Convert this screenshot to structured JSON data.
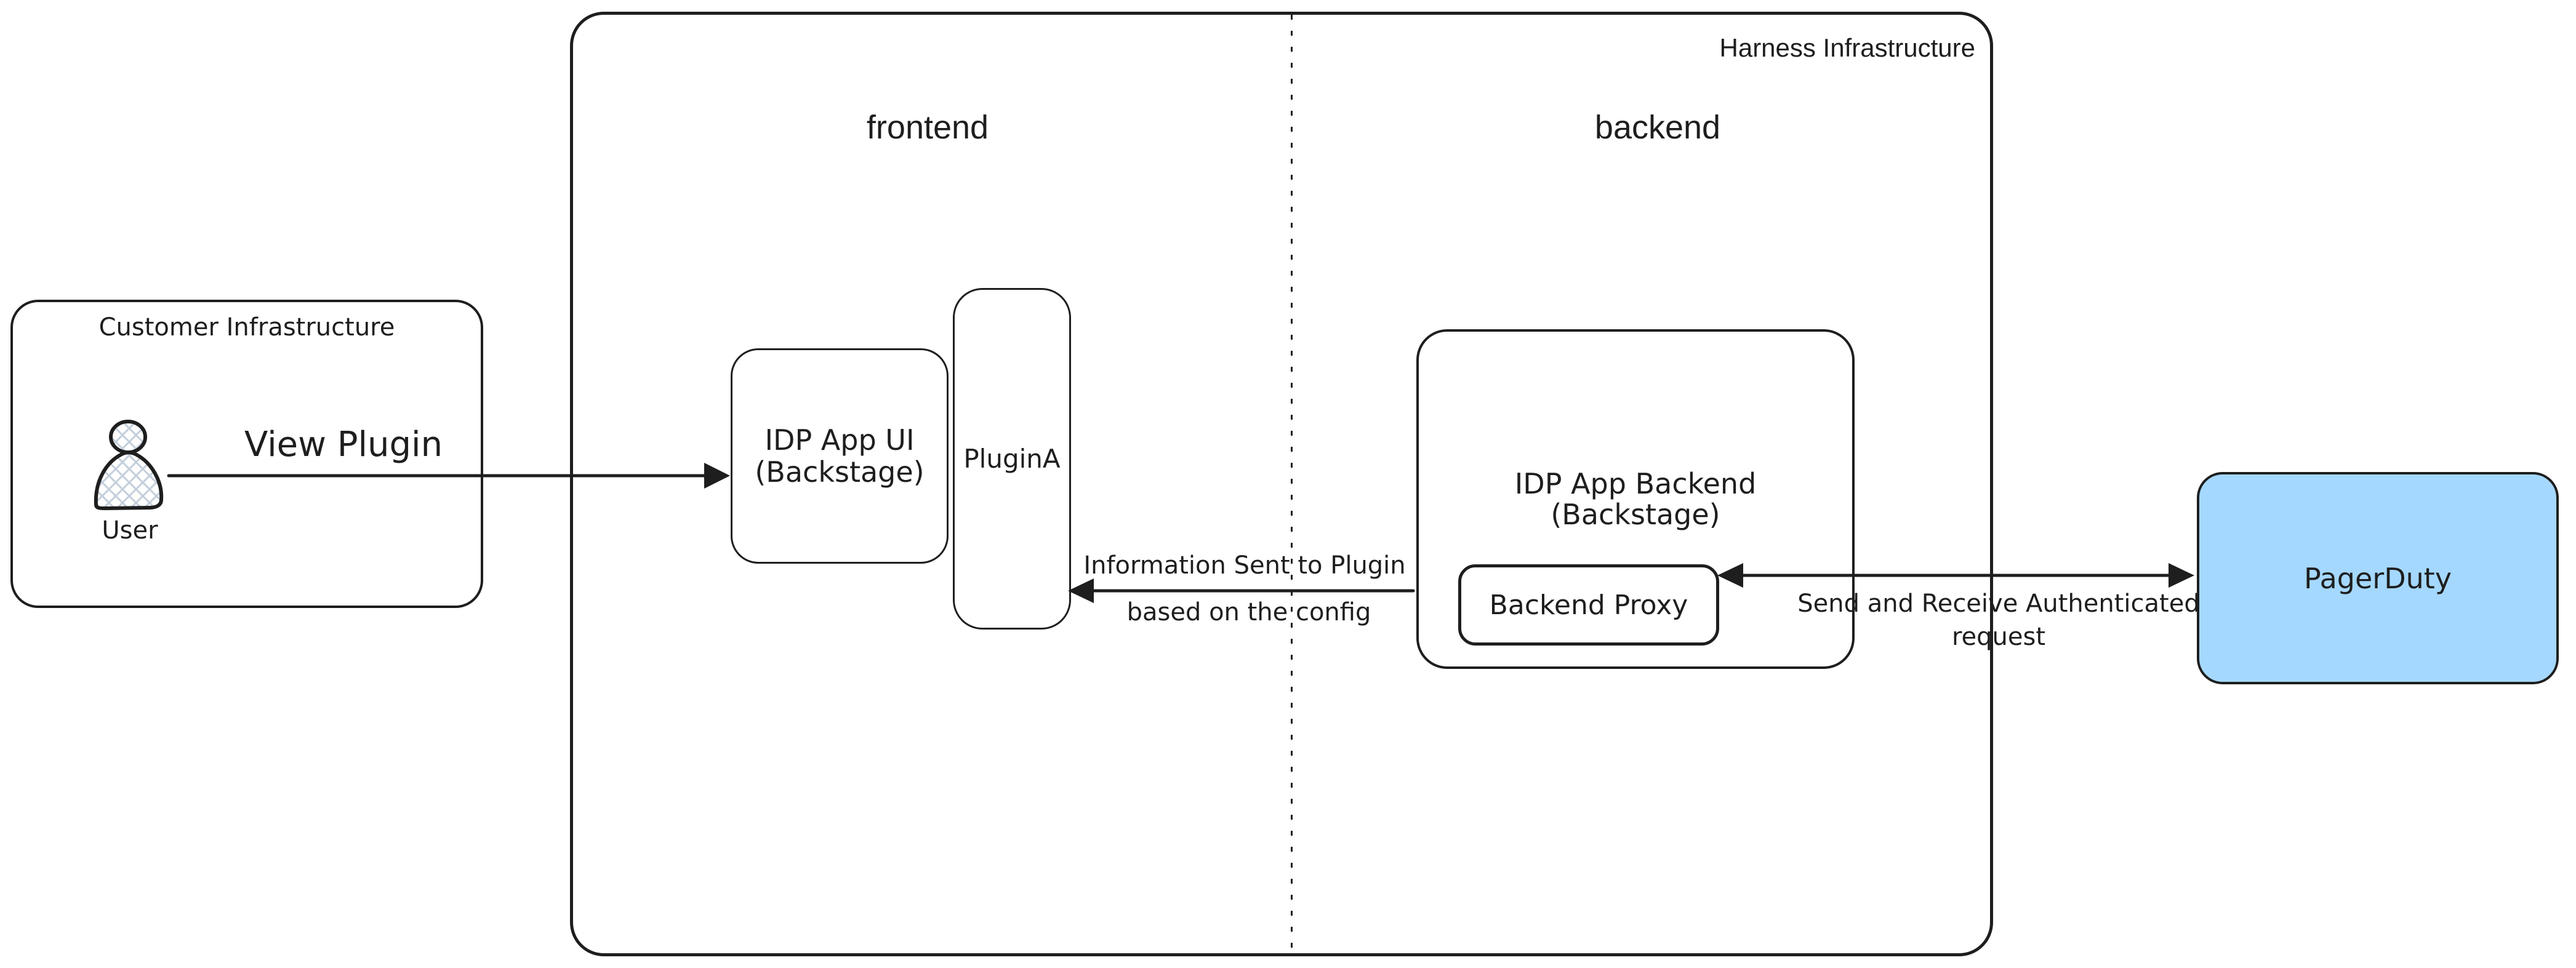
{
  "colors": {
    "stroke": "#1e1e1e",
    "pagerduty_fill": "#a5d8ff",
    "hatch": "#c3cfdb",
    "background": "#ffffff"
  },
  "groups": {
    "customer": {
      "label": "Customer Infrastructure"
    },
    "harness": {
      "label": "Harness Infrastructure",
      "frontend_label": "frontend",
      "backend_label": "backend"
    }
  },
  "nodes": {
    "user": {
      "label": "User"
    },
    "idp_app_ui": {
      "line1": "IDP App UI",
      "line2": "(Backstage)"
    },
    "plugin_a": {
      "label": "PluginA"
    },
    "idp_app_backend": {
      "line1": "IDP App Backend",
      "line2": "(Backstage)"
    },
    "backend_proxy": {
      "label": "Backend Proxy"
    },
    "pagerduty": {
      "label": "PagerDuty"
    }
  },
  "edges": {
    "view_plugin": {
      "label": "View Plugin",
      "from": "User",
      "to": "IDP App UI (Backstage)",
      "direction": "right"
    },
    "info_to_plugin": {
      "line1": "Information Sent to Plugin",
      "line2": "based on the config",
      "from": "IDP App Backend (Backstage)",
      "to": "PluginA",
      "direction": "left"
    },
    "auth_request": {
      "line1": "Send and Receive Authenticated",
      "line2": "request",
      "from": "Backend Proxy",
      "to": "PagerDuty",
      "direction": "both"
    }
  }
}
